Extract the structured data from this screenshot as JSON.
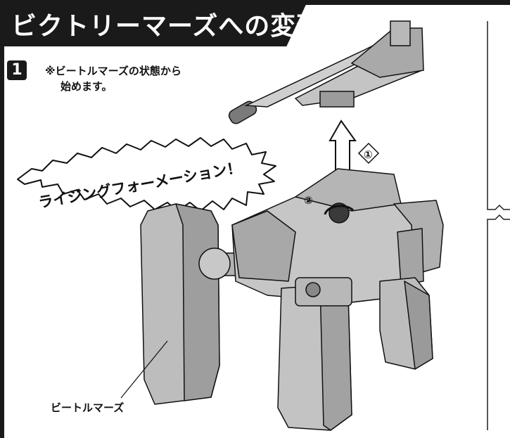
{
  "header": {
    "title": "ビクトリーマーズへの変形"
  },
  "step": {
    "number": "1",
    "note_line1": "※ビートルマーズの状態から",
    "note_line2": "始めます。"
  },
  "burst_text": "ライジングフォーメーション！",
  "markers": {
    "m1": "①",
    "m2": "②"
  },
  "callout": {
    "label": "ビートルマーズ"
  },
  "colors": {
    "header_bg": "#1a1a1a",
    "header_text": "#ffffff",
    "line": "#111111",
    "robot_fill": "#bdbdbd",
    "robot_shade": "#8c8c8c"
  }
}
